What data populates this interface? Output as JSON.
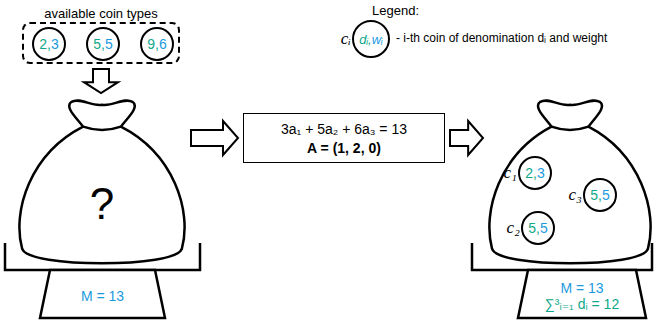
{
  "diagram": {
    "nodes": [
      {
        "text": [
          "available coin types"
        ]
      },
      {
        "text": [
          "2,",
          "3"
        ],
        "in": 0
      },
      {
        "text": [
          "5,",
          "5"
        ],
        "in": 0
      },
      {
        "text": [
          "9,",
          "6"
        ],
        "in": 0
      },
      {
        "text": [
          "cᵢ",
          "dᵢ,",
          "wᵢ"
        ]
      },
      {
        "text": [
          "?"
        ]
      },
      {
        "text": [
          "M = 13"
        ]
      },
      {
        "text": [
          "3a₁ + 5a₂ + 6a₃ = 13",
          "A = (1, 2, 0)"
        ]
      },
      {
        "text": []
      },
      {
        "text": [
          "c₁",
          "2,",
          "3"
        ],
        "in": 8
      },
      {
        "text": [
          "c₃",
          "5,",
          "5"
        ],
        "in": 8
      },
      {
        "text": [
          "c₂",
          "5,",
          "5"
        ],
        "in": 8
      },
      {
        "text": [
          "M = 13",
          "∑³ᵢ₌₁ dᵢ = 12"
        ]
      }
    ],
    "edges": [
      {
        "from": 0,
        "to": 5,
        "arrow": "to"
      },
      {
        "from": 5,
        "to": 7,
        "arrow": "to"
      },
      {
        "from": 7,
        "to": 8,
        "arrow": "to"
      }
    ],
    "labels": [
      "Legend:"
    ],
    "legend": [
      {
        "text": "- i-th coin of denomination dᵢ and weight"
      }
    ]
  }
}
